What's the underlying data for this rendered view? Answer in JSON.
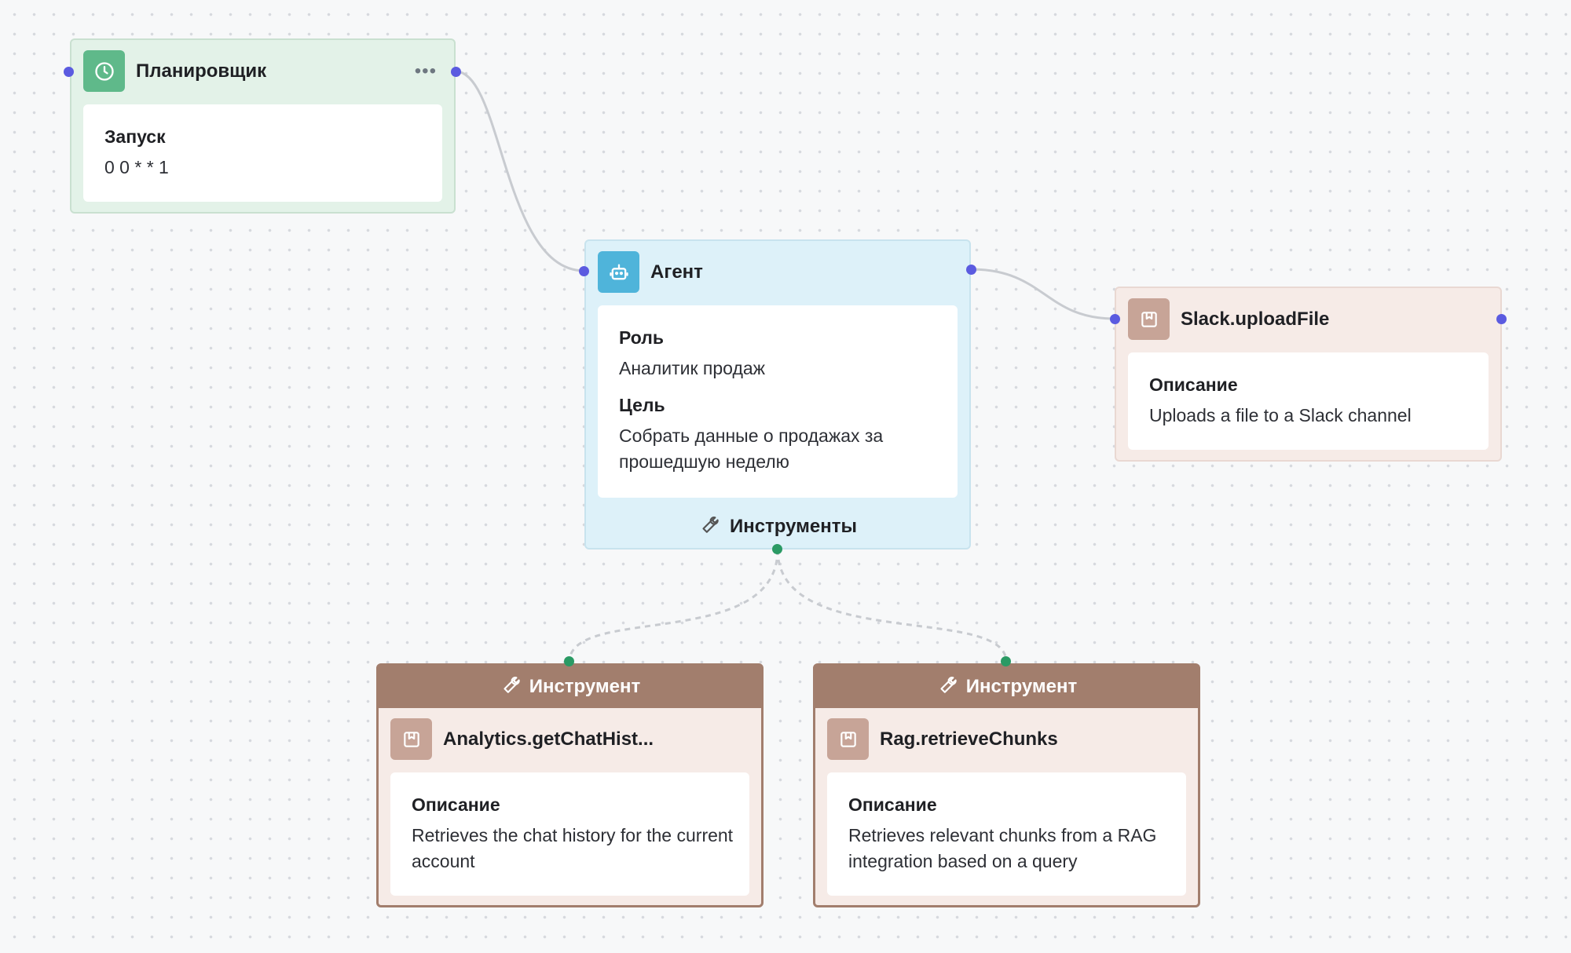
{
  "colors": {
    "connection_handle": "#5b5be0",
    "tool_handle": "#2a9a64",
    "edge": "#c8cbd0",
    "scheduler_bg": "#e3f2e8",
    "agent_bg": "#ddf1f9",
    "tool_bg": "#f6ebe7",
    "tool_banner": "#a27e6d"
  },
  "nodes": {
    "scheduler": {
      "icon": "clock-icon",
      "title": "Планировщик",
      "menu_icon": "more-icon",
      "field_label": "Запуск",
      "field_value": "0 0 * * 1"
    },
    "agent": {
      "icon": "robot-icon",
      "title": "Агент",
      "role_label": "Роль",
      "role_value": "Аналитик продаж",
      "goal_label": "Цель",
      "goal_value": "Собрать данные о продажах за прошедшую неделю",
      "tools_icon": "wrench-icon",
      "tools_label": "Инструменты"
    },
    "slack": {
      "icon": "bookmark-icon",
      "title": "Slack.uploadFile",
      "desc_label": "Описание",
      "desc_value": "Uploads a file to a Slack channel"
    },
    "tools": [
      {
        "banner_icon": "wrench-icon",
        "banner": "Инструмент",
        "icon": "bookmark-icon",
        "title": "Analytics.getChatHist...",
        "desc_label": "Описание",
        "desc_value": "Retrieves the chat history for the current account"
      },
      {
        "banner_icon": "wrench-icon",
        "banner": "Инструмент",
        "icon": "bookmark-icon",
        "title": "Rag.retrieveChunks",
        "desc_label": "Описание",
        "desc_value": "Retrieves relevant chunks from a RAG integration based on a query"
      }
    ]
  }
}
